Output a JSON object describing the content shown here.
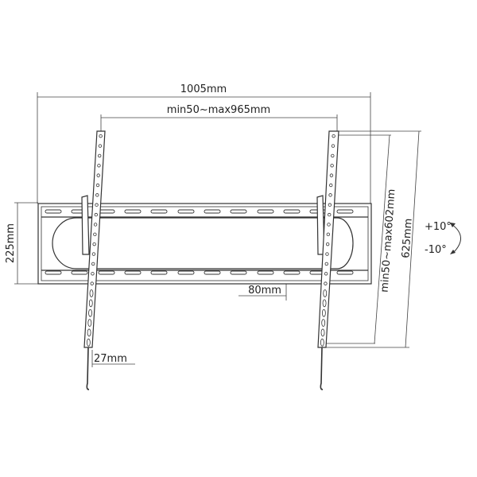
{
  "dimensions": {
    "overall_width": "1005mm",
    "vesa_horizontal": "min50~max965mm",
    "plate_height": "225mm",
    "wall_distance": "80mm",
    "arm_depth": "27mm",
    "vesa_vertical": "min50~max602mm",
    "arm_length": "625mm"
  },
  "tilt": {
    "up": "+10°",
    "down": "-10°"
  },
  "colors": {
    "line": "#333333",
    "background": "#ffffff"
  }
}
